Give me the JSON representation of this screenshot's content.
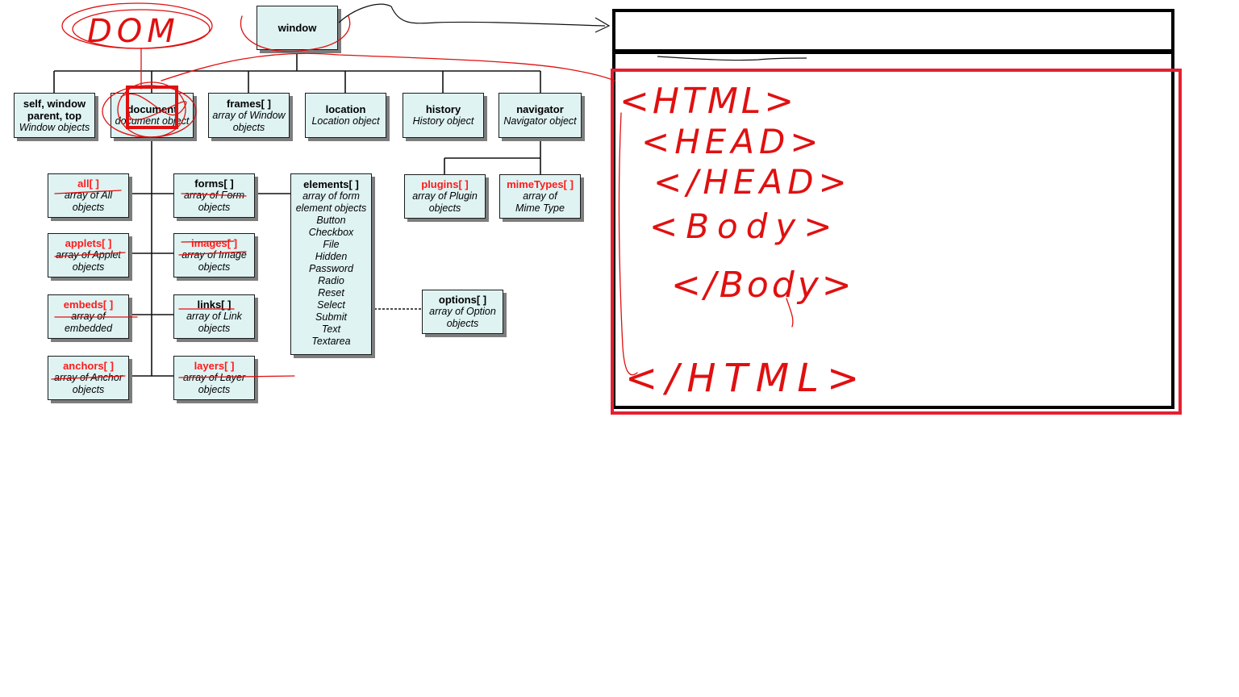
{
  "colors": {
    "node_fill": "#dff3f3",
    "accent_red": "#ff1a1a",
    "annotation_red": "#e01010",
    "line": "#111111"
  },
  "nodes": {
    "window": {
      "title": "window",
      "sub": ""
    },
    "self": {
      "title": "self, window\nparent, top",
      "sub": "Window objects"
    },
    "document": {
      "title": "document",
      "sub": "document object"
    },
    "frames": {
      "title": "frames[ ]",
      "sub": "array of Window\nobjects"
    },
    "location": {
      "title": "location",
      "sub": "Location object"
    },
    "history": {
      "title": "history",
      "sub": "History object"
    },
    "navigator": {
      "title": "navigator",
      "sub": "Navigator object"
    },
    "all": {
      "title": "all[ ]",
      "sub": "array of All\nobjects"
    },
    "forms": {
      "title": "forms[ ]",
      "sub": "array of Form\nobjects"
    },
    "elements": {
      "title": "elements[ ]",
      "sub": "array of form\nelement objects\nButton\nCheckbox\nFile\nHidden\nPassword\nRadio\nReset\nSelect\nSubmit\nText\nTextarea"
    },
    "plugins": {
      "title": "plugins[ ]",
      "sub": "array of Plugin\nobjects"
    },
    "mimetypes": {
      "title": "mimeTypes[ ]",
      "sub": "array of\nMime Type"
    },
    "applets": {
      "title": "applets[ ]",
      "sub": "array of Applet\nobjects"
    },
    "images": {
      "title": "images[ ]",
      "sub": "array of Image\nobjects"
    },
    "embeds": {
      "title": "embeds[ ]",
      "sub": "array of\nembedded"
    },
    "links": {
      "title": "links[ ]",
      "sub": "array of Link\nobjects"
    },
    "options": {
      "title": "options[ ]",
      "sub": "array of Option\nobjects"
    },
    "anchors": {
      "title": "anchors[ ]",
      "sub": "array of Anchor\nobjects"
    },
    "layers": {
      "title": "layers[ ]",
      "sub": "array of Layer\nobjects"
    }
  },
  "handwriting": {
    "dom": "DOM",
    "html_open": "<HTML>",
    "head_open": "<HEAD>",
    "head_close": "</HEAD>",
    "body_open": "<Body>",
    "body_close": "</Body>",
    "html_close": "</HTML>"
  }
}
